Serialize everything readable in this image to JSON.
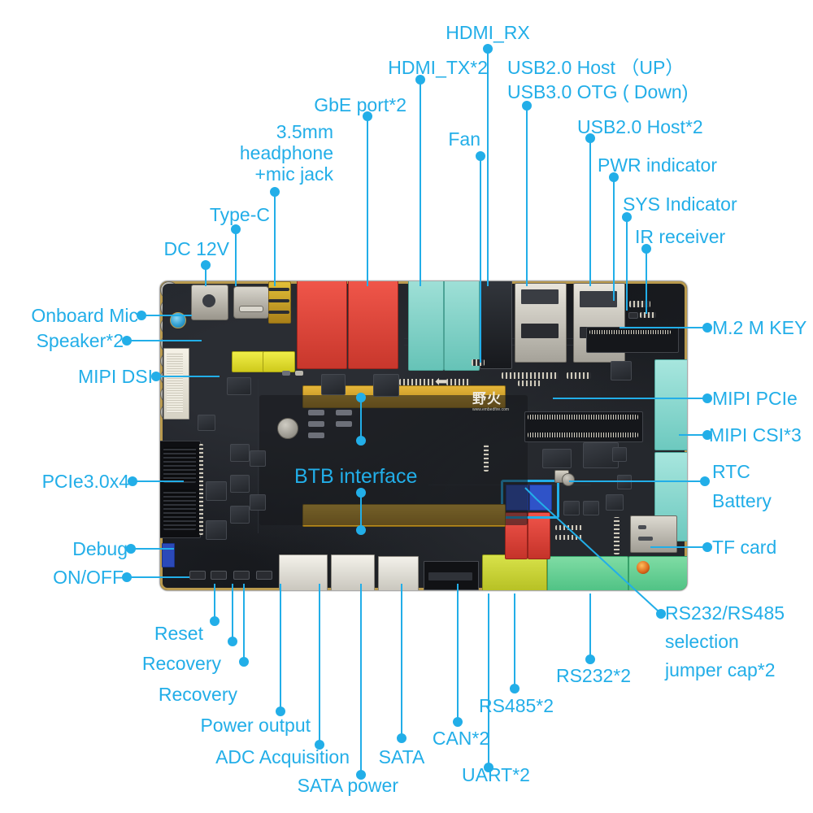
{
  "diagram": {
    "title": "Development board annotated port/connector map",
    "accent_color": "#22AEE8",
    "board_center_label": "BTB interface",
    "brand_logo": "野火",
    "brand_url": "www.embedfire.com"
  },
  "callouts": {
    "hdmi_rx": "HDMI_RX",
    "hdmi_tx": "HDMI_TX*2",
    "usb_up_down_line1": "USB2.0 Host （UP）",
    "usb_up_down_line2": "USB3.0 OTG ( Down)",
    "gbe_port": "GbE port*2",
    "usb2_host_2": "USB2.0 Host*2",
    "fan": "Fan",
    "pwr_indicator": "PWR indicator",
    "sys_indicator": "SYS Indicator",
    "ir_receiver": "IR receiver",
    "headphone_l1": "3.5mm",
    "headphone_l2": "headphone",
    "headphone_l3": "+mic jack",
    "type_c": "Type-C",
    "dc_12v": "DC 12V",
    "onboard_mic": "Onboard Mic",
    "speaker": "Speaker*2",
    "mipi_dsi": "MIPI DSI",
    "pcie": "PCIe3.0x4",
    "debug": "Debug",
    "on_off": "ON/OFF",
    "m2_m_key": "M.2 M KEY",
    "mipi_pcie": "MIPI PCIe",
    "mipi_csi": "MIPI CSI*3",
    "rtc_l1": "RTC",
    "rtc_l2": "Battery",
    "tf_card": "TF card",
    "reset": "Reset",
    "recovery_1": "Recovery",
    "recovery_2": "Recovery",
    "power_output": "Power output",
    "adc_acquisition": "ADC Acquisition",
    "sata_power": "SATA power",
    "sata": "SATA",
    "can": "CAN*2",
    "uart": "UART*2",
    "rs485": "RS485*2",
    "rs232": "RS232*2",
    "jumper_l1": "RS232/RS485",
    "jumper_l2": "selection",
    "jumper_l3": "jumper cap*2"
  }
}
